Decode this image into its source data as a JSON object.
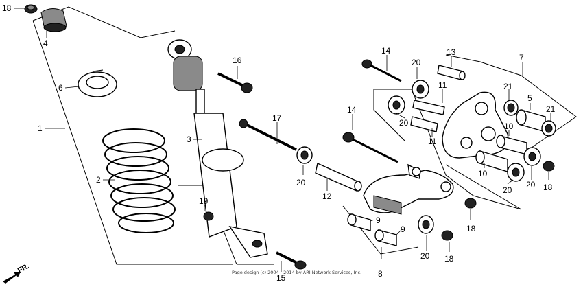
{
  "callouts": {
    "c1": "1",
    "c2": "2",
    "c3": "3",
    "c4": "4",
    "c5": "5",
    "c6": "6",
    "c7": "7",
    "c8": "8",
    "c9a": "9",
    "c9b": "9",
    "c10a": "10",
    "c10b": "10",
    "c11a": "11",
    "c11b": "11",
    "c12": "12",
    "c13": "13",
    "c14a": "14",
    "c14b": "14",
    "c15": "15",
    "c16": "16",
    "c17": "17",
    "c18a": "18",
    "c18b": "18",
    "c18c": "18",
    "c18d": "18",
    "c19": "19",
    "c20a": "20",
    "c20b": "20",
    "c20c": "20",
    "c20d": "20",
    "c20e": "20",
    "c20f": "20",
    "c21a": "21",
    "c21b": "21"
  },
  "front_marker": "FR.",
  "copyright": "Page design (c) 2004 - 2014 by ARI Network Services, Inc."
}
